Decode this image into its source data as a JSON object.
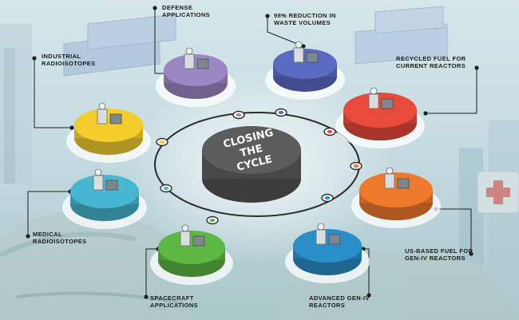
{
  "center": {
    "lines": [
      "CLOSING",
      "THE",
      "CYCLE"
    ]
  },
  "items": [
    {
      "label": "DEFENSE\nAPPLICATIONS",
      "color": "#9b87c4"
    },
    {
      "label": "98% REDUCTION IN\nWASTE VOLUMES",
      "color": "#5a6bc4"
    },
    {
      "label": "RECYCLED FUEL FOR\nCURRENT REACTORS",
      "color": "#e84a3c"
    },
    {
      "label": "US-BASED FUEL FOR\nGEN-IV REACTORS",
      "color": "#f07a2c"
    },
    {
      "label": "ADVANCED GEN-IV\nREACTORS",
      "color": "#2a8fc8"
    },
    {
      "label": "SPACECRAFT\nAPPLICATIONS",
      "color": "#5cb843"
    },
    {
      "label": "MEDICAL\nRADIOISOTOPES",
      "color": "#46b7cf"
    },
    {
      "label": "INDUSTRIAL\nRADIOISOTOPES",
      "color": "#f2cd2c"
    }
  ],
  "colors": {
    "center_disc": "#5c5c5c",
    "ring": "#2b2b2b",
    "leader": "#1f1f1f"
  }
}
